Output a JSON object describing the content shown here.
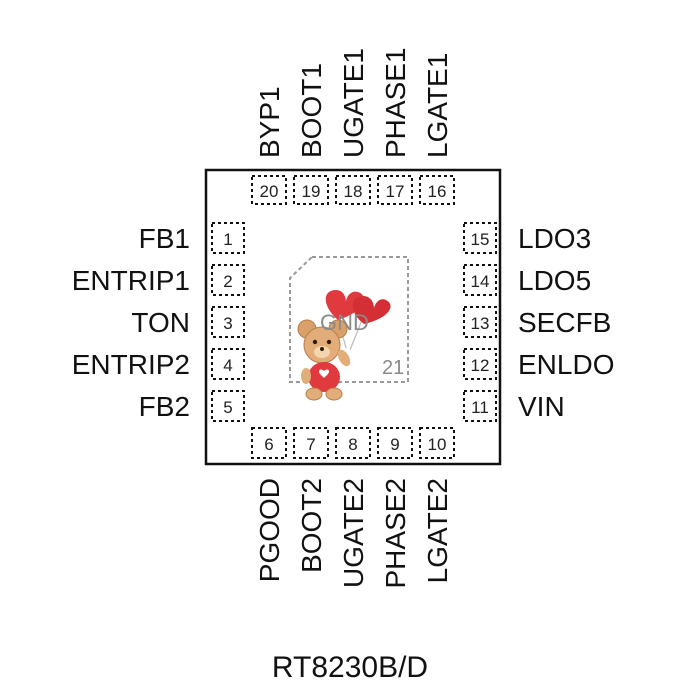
{
  "chip": {
    "part_number": "RT8230B/D",
    "exposed_pad": {
      "label": "GND",
      "number": "21"
    }
  },
  "pins": {
    "top": [
      {
        "number": "20",
        "name": "BYP1"
      },
      {
        "number": "19",
        "name": "BOOT1"
      },
      {
        "number": "18",
        "name": "UGATE1"
      },
      {
        "number": "17",
        "name": "PHASE1"
      },
      {
        "number": "16",
        "name": "LGATE1"
      }
    ],
    "left": [
      {
        "number": "1",
        "name": "FB1"
      },
      {
        "number": "2",
        "name": "ENTRIP1"
      },
      {
        "number": "3",
        "name": "TON"
      },
      {
        "number": "4",
        "name": "ENTRIP2"
      },
      {
        "number": "5",
        "name": "FB2"
      }
    ],
    "right": [
      {
        "number": "15",
        "name": "LDO3"
      },
      {
        "number": "14",
        "name": "LDO5"
      },
      {
        "number": "13",
        "name": "SECFB"
      },
      {
        "number": "12",
        "name": "ENLDO"
      },
      {
        "number": "11",
        "name": "VIN"
      }
    ],
    "bottom": [
      {
        "number": "6",
        "name": "PGOOD"
      },
      {
        "number": "7",
        "name": "BOOT2"
      },
      {
        "number": "8",
        "name": "UGATE2"
      },
      {
        "number": "9",
        "name": "PHASE2"
      },
      {
        "number": "10",
        "name": "LGATE2"
      }
    ]
  },
  "colors": {
    "outline": "#111111",
    "pad_text": "#8a8a8a",
    "bear_fur": "#d9a06a",
    "heart": "#e0393e"
  },
  "icons": [
    "teddy-bear-with-heart-balloon-watermark"
  ]
}
